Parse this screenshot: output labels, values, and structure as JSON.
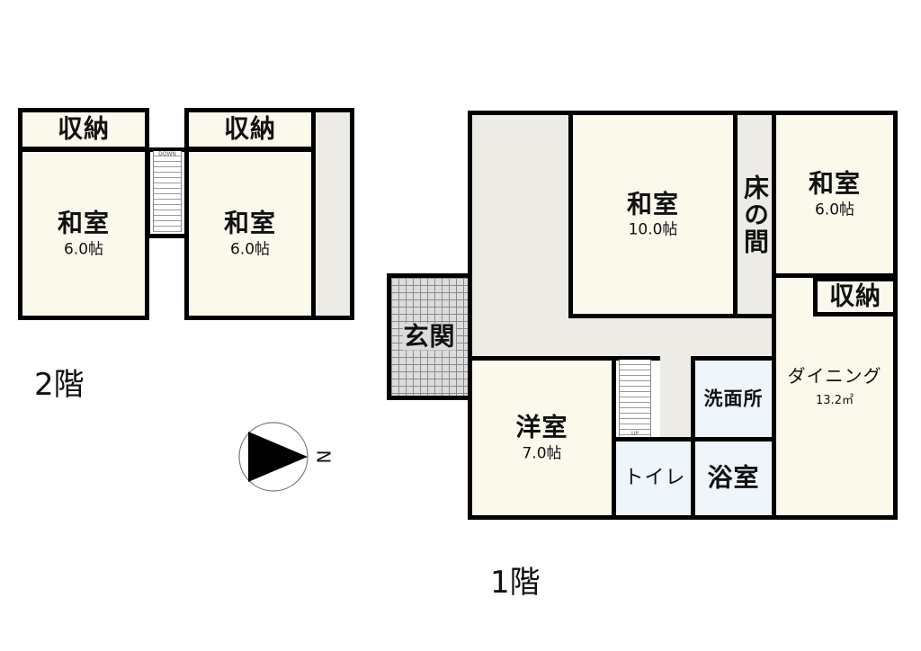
{
  "floors": {
    "second": {
      "label": "2階"
    },
    "first": {
      "label": "1階"
    }
  },
  "rooms2": {
    "storage_left": {
      "name": "収納"
    },
    "storage_right": {
      "name": "収納"
    },
    "washitsu_left": {
      "name": "和室",
      "size": "6.0帖"
    },
    "washitsu_right": {
      "name": "和室",
      "size": "6.0帖"
    },
    "stairs_text": "DOWN"
  },
  "rooms1": {
    "washitsu_main": {
      "name": "和室",
      "size": "10.0帖"
    },
    "tokonoma": {
      "name": "床の間"
    },
    "washitsu_small": {
      "name": "和室",
      "size": "6.0帖"
    },
    "storage": {
      "name": "収納"
    },
    "genkan": {
      "name": "玄関"
    },
    "youshitsu": {
      "name": "洋室",
      "size": "7.0帖"
    },
    "senmenjo": {
      "name": "洗面所"
    },
    "dining": {
      "name": "ダイニング",
      "size": "13.2㎡"
    },
    "toilet": {
      "name": "トイレ"
    },
    "bath": {
      "name": "浴室"
    },
    "stairs_text": "UP"
  },
  "compass": {
    "direction_label": "N"
  }
}
